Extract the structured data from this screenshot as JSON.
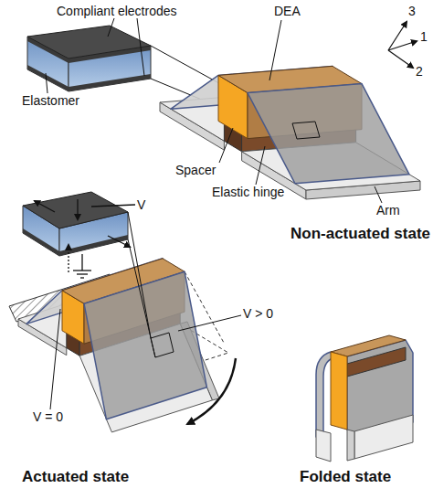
{
  "diagram": {
    "labels": [
      "Compliant electrodes",
      "DEA",
      "3",
      "1",
      "2",
      "Elastomer",
      "Spacer",
      "Elastic hinge",
      "Arm",
      "Non-actuated state",
      "V",
      "V > 0",
      "V = 0",
      "Actuated state",
      "Folded state"
    ]
  }
}
